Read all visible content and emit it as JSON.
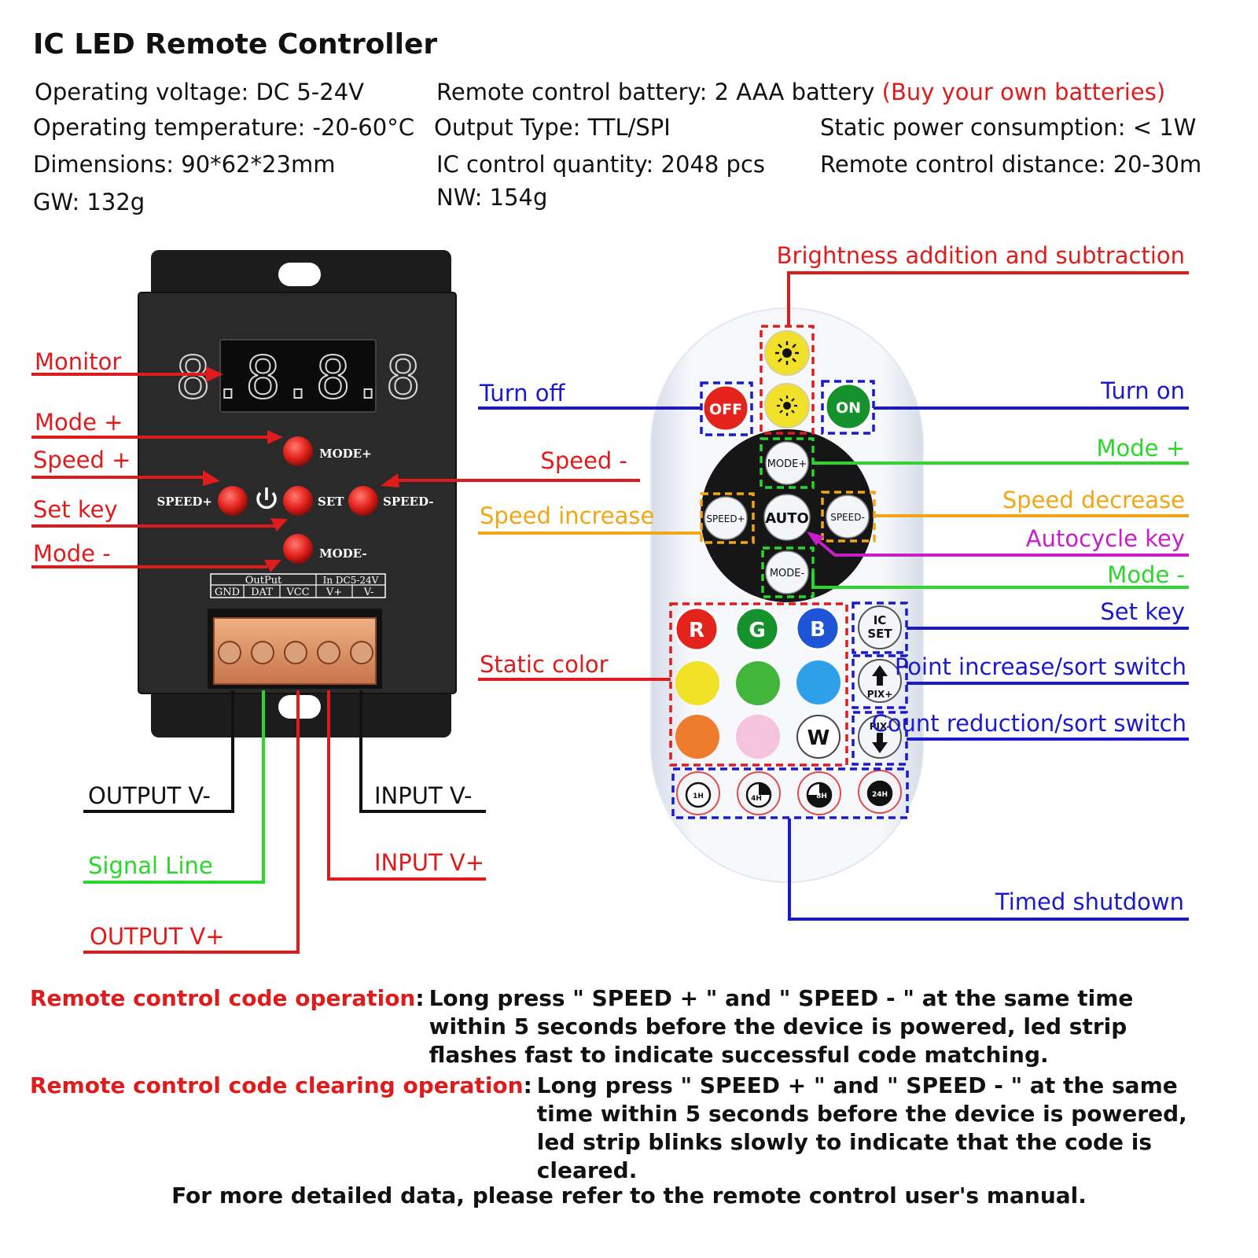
{
  "title": "IC LED Remote Controller",
  "specs": {
    "voltage": "Operating voltage: DC 5-24V",
    "battery": "Remote control battery: 2 AAA battery",
    "battery_note": "(Buy your own batteries)",
    "temperature": "Operating temperature: -20-60°C",
    "output_type": "Output Type: TTL/SPI",
    "static_power": "Static power consumption: < 1W",
    "dimensions": "Dimensions: 90*62*23mm",
    "ic_quantity": "IC control quantity: 2048 pcs",
    "distance": "Remote control distance: 20-30m",
    "gw": "GW: 132g",
    "nw": "NW: 154g"
  },
  "controller": {
    "display": "8.8.8.8",
    "btn_mode_plus": "MODE+",
    "btn_speed_plus": "SPEED+",
    "btn_set": "SET",
    "btn_speed_minus": "SPEED-",
    "btn_mode_minus": "MODE-",
    "terminal_output": "OutPut",
    "terminal_input": "In DC5-24V",
    "terminal_gnd": "GND",
    "terminal_dat": "DAT",
    "terminal_vcc": "VCC",
    "terminal_vplus": "V+",
    "terminal_vminus": "V-"
  },
  "controller_labels": {
    "monitor": "Monitor",
    "mode_plus": "Mode +",
    "speed_plus": "Speed +",
    "set_key": "Set key",
    "mode_minus": "Mode -",
    "speed_minus": "Speed -",
    "output_vminus": "OUTPUT V-",
    "signal_line": "Signal Line",
    "output_vplus": "OUTPUT V+",
    "input_vminus": "INPUT V-",
    "input_vplus": "INPUT V+"
  },
  "remote": {
    "off": "OFF",
    "on": "ON",
    "mode_plus": "MODE+",
    "speed_plus": "SPEED+",
    "auto": "AUTO",
    "speed_minus": "SPEED-",
    "mode_minus": "MODE-",
    "r": "R",
    "g": "G",
    "b": "B",
    "w": "W",
    "ic": "IC",
    "set": "SET",
    "pix_plus": "PIX+",
    "pix_minus": "PIX-",
    "t1": "1H",
    "t4": "4H",
    "t8": "8H",
    "t24": "24H"
  },
  "remote_labels": {
    "brightness": "Brightness addition and subtraction",
    "turn_off": "Turn off",
    "turn_on": "Turn on",
    "mode_plus": "Mode +",
    "speed_increase": "Speed increase",
    "speed_decrease": "Speed decrease",
    "autocycle": "Autocycle key",
    "mode_minus": "Mode -",
    "set_key": "Set key",
    "static_color": "Static color",
    "point_increase": "Point increase/sort switch",
    "count_reduction": "Count reduction/sort switch",
    "timed_shutdown": "Timed shutdown"
  },
  "notes": {
    "code_op_key": "Remote control code operation",
    "code_op_text": "Long press \" SPEED + \" and \" SPEED - \" at the same time within 5 seconds before the device is powered,  led strip flashes fast to indicate successful code matching.",
    "clear_op_key": "Remote control code clearing operation",
    "clear_op_text": "Long press \" SPEED + \" and \" SPEED - \" at the same time within 5 seconds before the device is powered, led strip blinks slowly to indicate that the code is cleared.",
    "footer": "For more detailed data, please refer to the remote control user's manual."
  },
  "colors": {
    "red": "#e01b1b",
    "blue": "#1a1acc",
    "green": "#2cd62c",
    "orange": "#f2a516",
    "magenta": "#c81ec8",
    "black": "#111111"
  }
}
